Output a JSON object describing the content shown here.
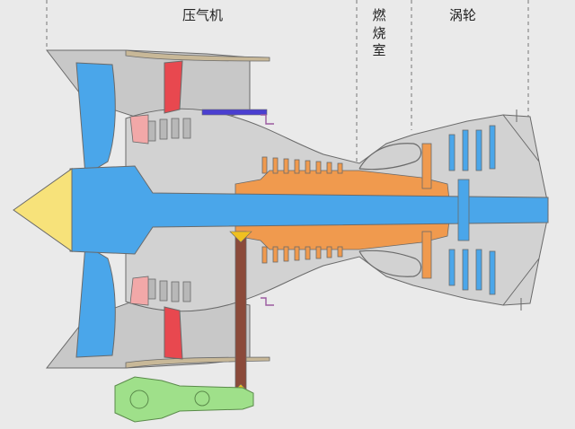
{
  "labels": {
    "compressor": "压气机",
    "combustor": "燃\n烧\n室",
    "turbine": "涡轮"
  },
  "colors": {
    "background": "#eaeaea",
    "casing": "#c8c8c8",
    "casing_dark": "#9a9a9a",
    "outline": "#6a6a6a",
    "fan_shaft": "#4aa6ea",
    "hp_spool": "#f09a4e",
    "nose_cone": "#f7e27a",
    "guide_vane": "#e8484f",
    "gearbox": "#9fe08a",
    "radial_shaft": "#8b4a3a",
    "bleed_duct": "#4a3fd0",
    "bleed_pipe": "#9b5aa0",
    "fan_blade_tip": "#f2a8a8",
    "section_line": "#777777"
  }
}
